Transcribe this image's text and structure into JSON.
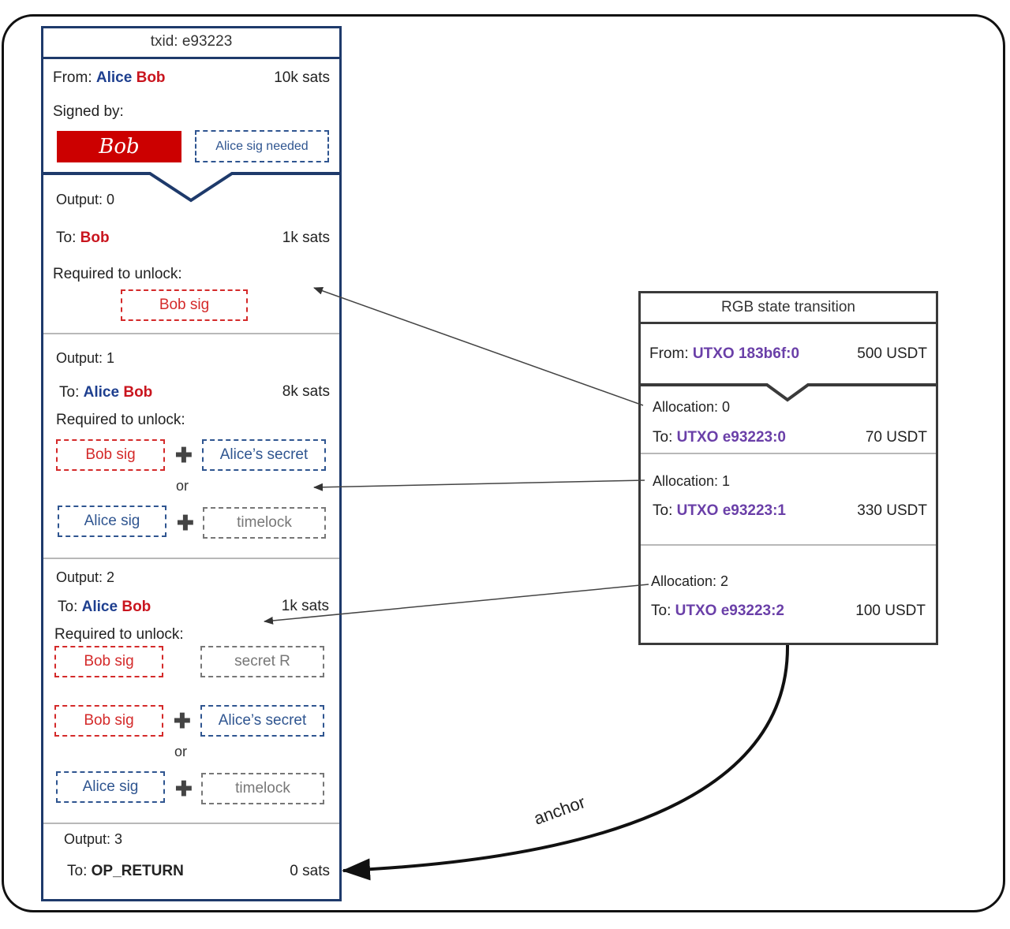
{
  "tx": {
    "txid": "txid: e93223",
    "from_label": "From:",
    "from_alice": "Alice",
    "from_bob": "Bob",
    "from_amount": "10k sats",
    "signed_by": "Signed by:",
    "bob_signature": "Bob",
    "alice_sig_needed": "Alice sig needed",
    "outputs": [
      {
        "title": "Output: 0",
        "to_label": "To:",
        "to_bob": "Bob",
        "amount": "1k sats",
        "required": "Required to unlock:",
        "lock": "Bob sig"
      },
      {
        "title": "Output: 1",
        "to_label": "To:",
        "to_alice": "Alice",
        "to_bob": "Bob",
        "amount": "8k sats",
        "required": "Required to unlock:",
        "lock_a1": "Bob sig",
        "lock_a2": "Alice’s secret",
        "or": "or",
        "lock_b1": "Alice sig",
        "lock_b2": "timelock"
      },
      {
        "title": "Output: 2",
        "to_label": "To:",
        "to_alice": "Alice",
        "to_bob": "Bob",
        "amount": "1k sats",
        "required": "Required to unlock:",
        "lock_r1": "Bob sig",
        "lock_r2": "secret R",
        "lock_a1": "Bob sig",
        "lock_a2": "Alice’s secret",
        "or": "or",
        "lock_b1": "Alice sig",
        "lock_b2": "timelock"
      },
      {
        "title": "Output: 3",
        "to_label": "To:",
        "to_target": "OP_RETURN",
        "amount": "0 sats"
      }
    ]
  },
  "rgb": {
    "title": "RGB state transition",
    "from_label": "From:",
    "from_utxo": "UTXO 183b6f:0",
    "from_amount": "500 USDT",
    "allocations": [
      {
        "title": "Allocation: 0",
        "to_label": "To:",
        "utxo": "UTXO e93223:0",
        "amount": "70 USDT"
      },
      {
        "title": "Allocation: 1",
        "to_label": "To:",
        "utxo": "UTXO e93223:1",
        "amount": "330 USDT"
      },
      {
        "title": "Allocation: 2",
        "to_label": "To:",
        "utxo": "UTXO e93223:2",
        "amount": "100 USDT"
      }
    ]
  },
  "anchor_label": "anchor",
  "colors": {
    "alice": "#1e3f8f",
    "bob": "#c9151e",
    "utxo": "#6a3fa8",
    "tx_border": "#1e3a6b",
    "rgb_border": "#3a3a3a"
  }
}
